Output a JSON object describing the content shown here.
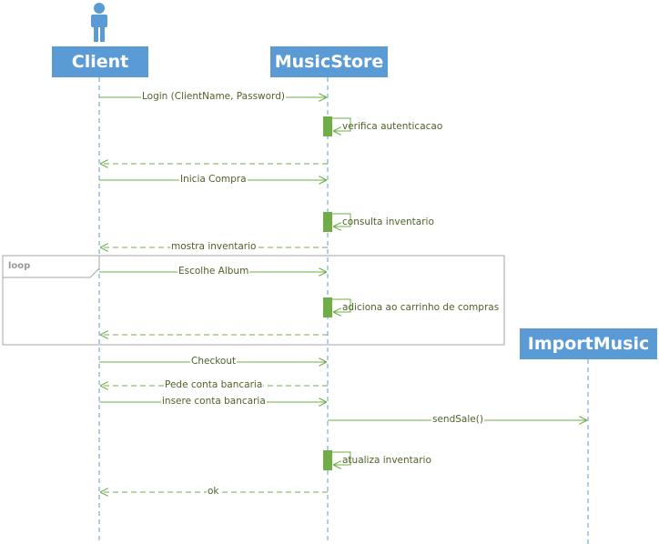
{
  "lifelines": [
    {
      "id": "client",
      "name": "Client",
      "actor": true
    },
    {
      "id": "store",
      "name": "MusicStore",
      "actor": false
    },
    {
      "id": "import",
      "name": "ImportMusic",
      "actor": false
    }
  ],
  "fragment": {
    "label": "loop"
  },
  "messages": [
    {
      "text": "Login (ClientName, Password)",
      "from": "client",
      "to": "store",
      "kind": "sync"
    },
    {
      "text": "verifica autenticacao",
      "from": "store",
      "to": "store",
      "kind": "self"
    },
    {
      "text": "",
      "from": "store",
      "to": "client",
      "kind": "return"
    },
    {
      "text": "Inicia Compra",
      "from": "client",
      "to": "store",
      "kind": "sync"
    },
    {
      "text": "consulta inventario",
      "from": "store",
      "to": "store",
      "kind": "self"
    },
    {
      "text": "mostra inventario",
      "from": "store",
      "to": "client",
      "kind": "return"
    },
    {
      "text": "Escolhe Album",
      "from": "client",
      "to": "store",
      "kind": "sync"
    },
    {
      "text": "adiciona ao carrinho de compras",
      "from": "store",
      "to": "store",
      "kind": "self"
    },
    {
      "text": "",
      "from": "store",
      "to": "client",
      "kind": "return"
    },
    {
      "text": "Checkout",
      "from": "client",
      "to": "store",
      "kind": "sync"
    },
    {
      "text": "Pede conta bancaria",
      "from": "store",
      "to": "client",
      "kind": "return"
    },
    {
      "text": "insere conta bancaria",
      "from": "client",
      "to": "store",
      "kind": "sync"
    },
    {
      "text": "sendSale()",
      "from": "store",
      "to": "import",
      "kind": "sync"
    },
    {
      "text": "atualiza inventario",
      "from": "store",
      "to": "store",
      "kind": "self"
    },
    {
      "text": "ok",
      "from": "store",
      "to": "client",
      "kind": "return"
    }
  ],
  "colors": {
    "lifeline_box": "#5b9bd5",
    "lifeline_line": "#5b9bd5",
    "message": "#70ad47",
    "activation": "#70ad47",
    "label_text": "#4f6228",
    "fragment_border": "#a6a6a6"
  }
}
